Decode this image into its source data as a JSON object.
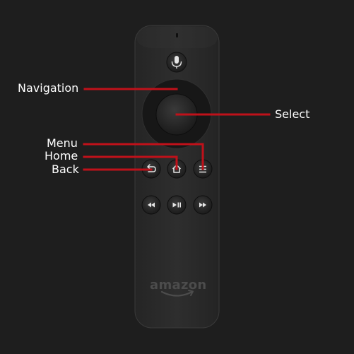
{
  "colors": {
    "background": "#1e1e1e",
    "remote_body": "#2a2a2a",
    "callout_line": "#c0111a",
    "label_text": "#ffffff"
  },
  "callouts": {
    "navigation": "Navigation",
    "select": "Select",
    "menu": "Menu",
    "home": "Home",
    "back": "Back"
  },
  "remote": {
    "brand": "amazon",
    "buttons": {
      "voice": "microphone-icon",
      "back": "back-arrow-icon",
      "home": "home-icon",
      "menu": "menu-icon",
      "rewind": "rewind-icon",
      "play_pause": "play-pause-icon",
      "fast_forward": "fast-forward-icon"
    }
  }
}
